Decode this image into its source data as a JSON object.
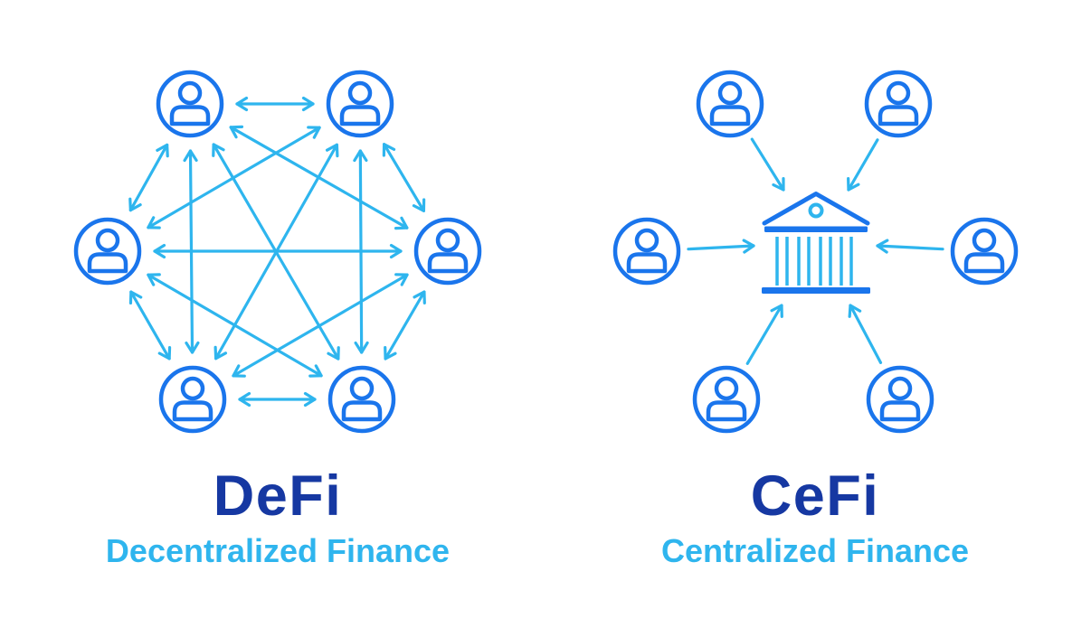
{
  "page": {
    "background": "#ffffff",
    "description_left": "peer-to-peer mesh of 6 users, all connected with double-headed arrows",
    "description_right": "6 users with single arrows pointing inward to a central bank building"
  },
  "panels": {
    "defi": {
      "title": "DeFi",
      "subtitle": "Decentralized Finance",
      "user_count": 6,
      "arrow_style": "bidirectional"
    },
    "cefi": {
      "title": "CeFi",
      "subtitle": "Centralized Finance",
      "user_count": 6,
      "arrow_style": "inbound-to-center"
    }
  },
  "icons": {
    "user": "user-icon",
    "bank": "bank-icon",
    "mesh_arrow": "double-headed-arrow",
    "hub_arrow": "single-headed-arrow"
  },
  "colors": {
    "icon_stroke_blue": "#1a75ec",
    "arrow_cyan": "#2eb5ee",
    "title_navy": "#1638a2",
    "subtitle_cyan": "#2fb5ee",
    "background": "#ffffff"
  }
}
